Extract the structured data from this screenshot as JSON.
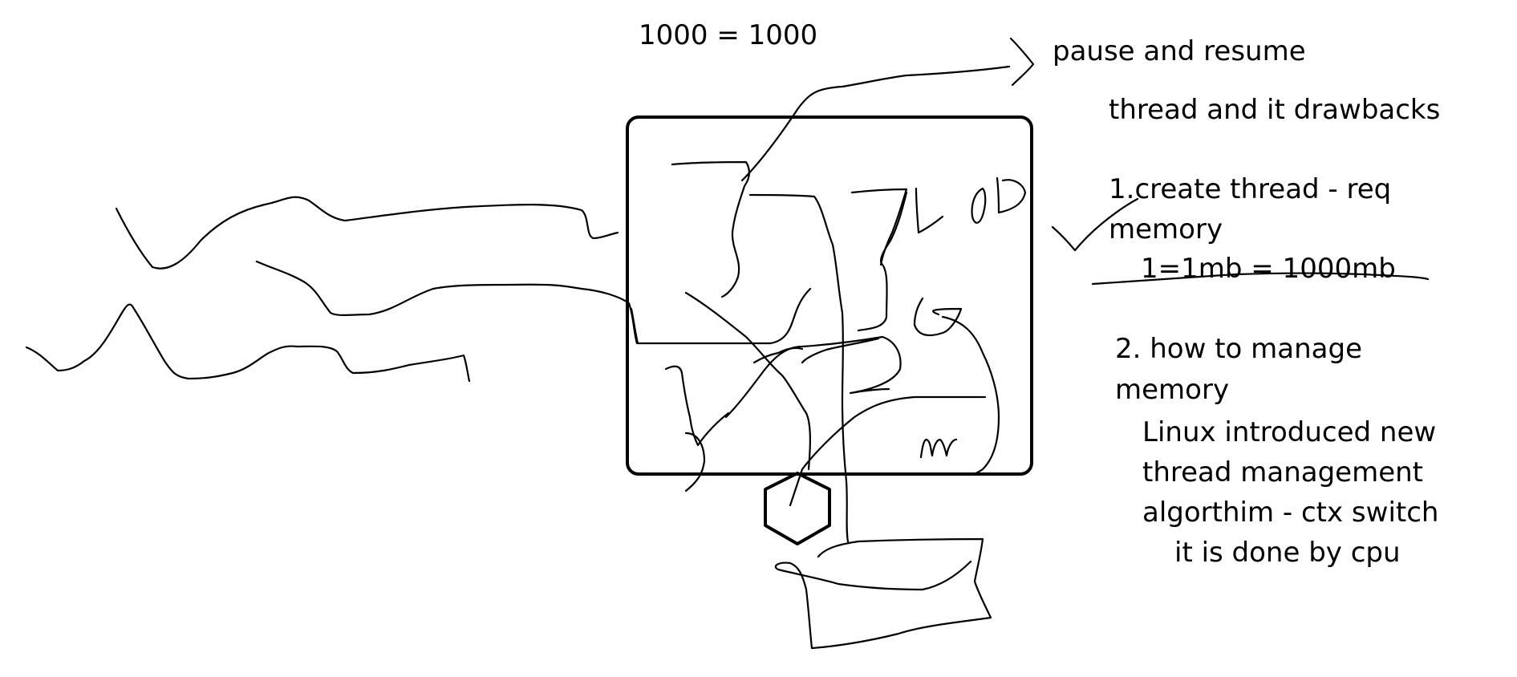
{
  "heading_equation": "1000  = 1000",
  "arrow_label": "pause and resume",
  "notes": {
    "title": "thread and it drawbacks",
    "item1": "1.create thread - req",
    "item1_cont": "memory",
    "item1_struck": "1=1mb = 1000mb",
    "item2": "2. how to manage",
    "item2_cont": "memory",
    "item2_detail": [
      "Linux introduced new",
      "thread management",
      "algorthim - ctx switch",
      "it is done by cpu"
    ]
  },
  "doodle_text": "7LOD",
  "box_scribble_text": "m"
}
